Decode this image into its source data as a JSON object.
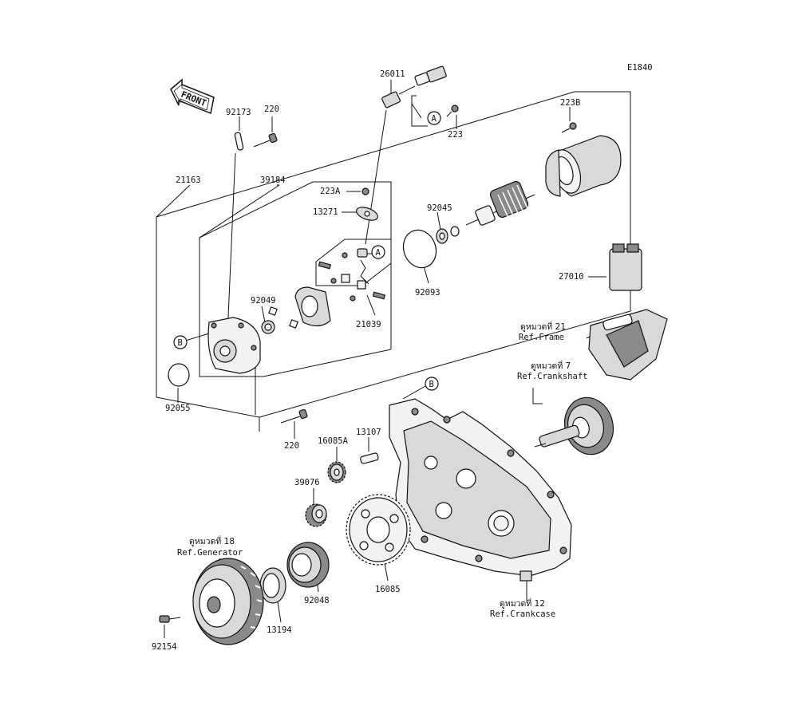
{
  "diagram": {
    "code": "E1840",
    "front_label": "FRONT",
    "callout_letters": {
      "a": "A",
      "b": "B"
    },
    "parts": [
      "26011",
      "223",
      "223B",
      "92173",
      "220",
      "21163",
      "39184",
      "223A",
      "13271",
      "92045",
      "27010",
      "92049",
      "21039",
      "92093",
      "92055",
      "13107",
      "16085A",
      "39076",
      "16085",
      "92048",
      "13194",
      "92154"
    ],
    "references": {
      "frame": {
        "thai": "ดูหมวดที่ 21",
        "label": "Ref.Frame"
      },
      "crankshaft": {
        "thai": "ดูหมวดที่ 7",
        "label": "Ref.Crankshaft"
      },
      "generator": {
        "thai": "ดูหมวดที่ 18",
        "label": "Ref.Generator"
      },
      "crankcase": {
        "thai": "ดูหมวดที่ 12",
        "label": "Ref.Crankcase"
      }
    }
  }
}
